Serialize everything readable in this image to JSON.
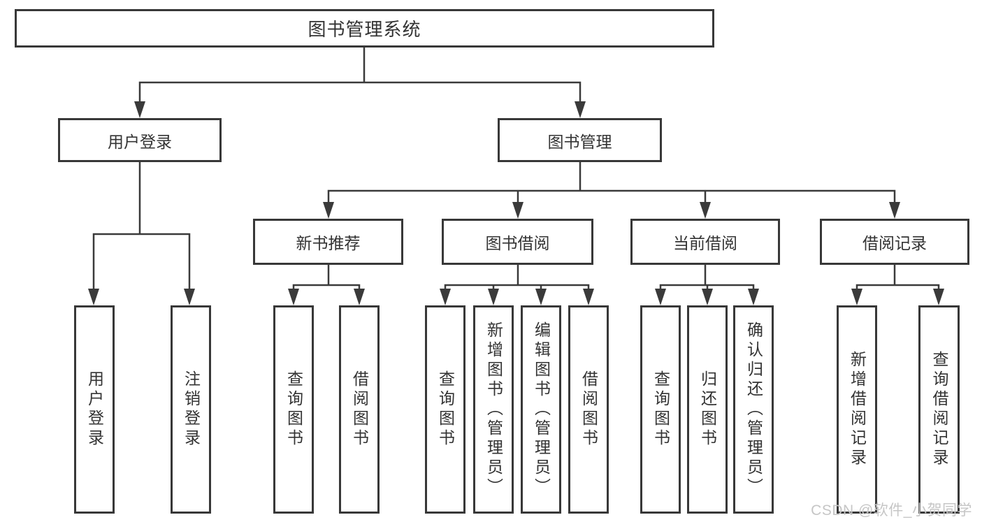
{
  "root": {
    "label": "图书管理系统"
  },
  "level2": [
    {
      "label": "用户登录"
    },
    {
      "label": "图书管理"
    }
  ],
  "level3": [
    {
      "label": "新书推荐"
    },
    {
      "label": "图书借阅"
    },
    {
      "label": "当前借阅"
    },
    {
      "label": "借阅记录"
    }
  ],
  "leaves": {
    "login": [
      "用户登录",
      "注销登录"
    ],
    "new_book": [
      "查询图书",
      "借阅图书"
    ],
    "borrow": [
      "查询图书",
      "新增图书（管理员）",
      "编辑图书（管理员）",
      "借阅图书"
    ],
    "current": [
      "查询图书",
      "归还图书",
      "确认归还（管理员）"
    ],
    "records": [
      "新增借阅记录",
      "查询借阅记录"
    ]
  },
  "watermark": "CSDN @软件_小贺同学",
  "colors": {
    "line": "#3a3a3a",
    "box_border": "#383838",
    "text": "#333333",
    "watermark": "#c6c6c6",
    "background": "#ffffff"
  }
}
